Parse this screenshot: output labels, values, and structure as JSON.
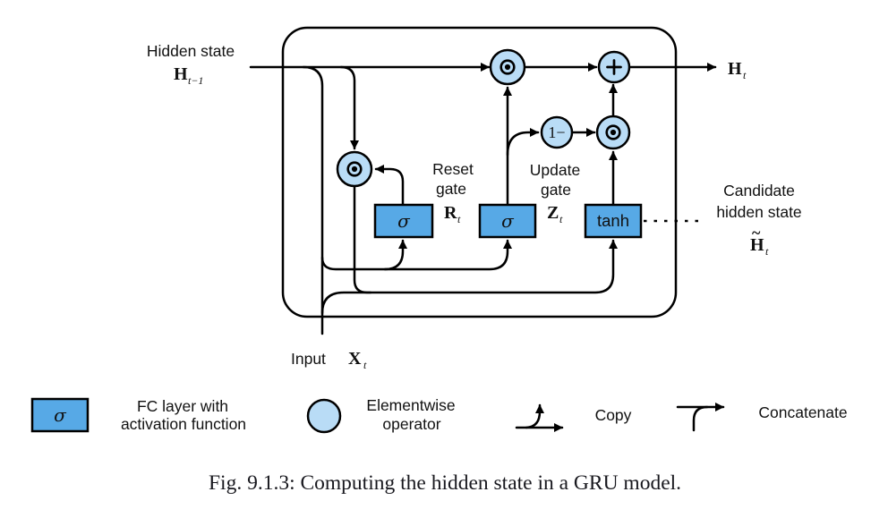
{
  "diagram": {
    "labels": {
      "hidden_state_line1": "Hidden state",
      "hidden_state_math_base": "H",
      "hidden_state_math_sub": "t−1",
      "input_label": "Input",
      "input_math_base": "X",
      "input_math_sub": "t",
      "reset_gate_line1": "Reset",
      "reset_gate_line2": "gate",
      "reset_gate_math_base": "R",
      "reset_gate_math_sub": "t",
      "update_gate_line1": "Update",
      "update_gate_line2": "gate",
      "update_gate_math_base": "Z",
      "update_gate_math_sub": "t",
      "candidate_line1": "Candidate",
      "candidate_line2": "hidden state",
      "candidate_math_tilde": "~",
      "candidate_math_base": "H",
      "candidate_math_sub": "t",
      "output_math_base": "H",
      "output_math_sub": "t"
    },
    "nodes": {
      "sigma_reset_label": "σ",
      "sigma_update_label": "σ",
      "tanh_label": "tanh",
      "one_minus_label": "1−",
      "plus_label": "+"
    },
    "icons": {
      "elementwise_product": "circled-dot-operator",
      "elementwise_sum": "circled-plus-operator"
    }
  },
  "legend": {
    "fc_symbol": "σ",
    "fc_line1": "FC layer with",
    "fc_line2": "activation function",
    "elementwise_line1": "Elementwise",
    "elementwise_line2": "operator",
    "copy_label": "Copy",
    "concatenate_label": "Concatenate",
    "icons": {
      "copy": "copy-branch-arrow",
      "concatenate": "merge-arrow"
    }
  },
  "caption": "Fig. 9.1.3: Computing the hidden state in a GRU model.",
  "colors": {
    "node_fill": "#b9dcf6",
    "box_fill": "#57a9e6",
    "line": "#000000",
    "text": "#111111",
    "caption_text": "#18181e"
  }
}
